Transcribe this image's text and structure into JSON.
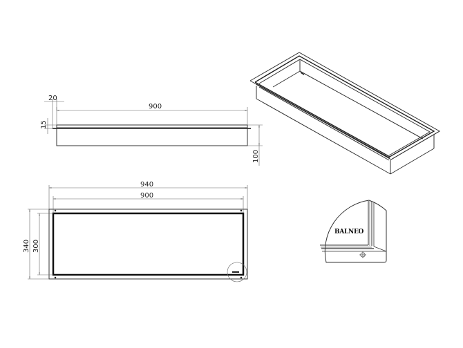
{
  "drawing": {
    "brand_label": "BALNEO",
    "side_view": {
      "dim_flange_width": "20",
      "dim_inner_length": "900",
      "dim_flange_height": "15",
      "dim_depth": "100"
    },
    "top_view": {
      "dim_outer_length": "940",
      "dim_inner_length": "900",
      "dim_outer_width": "340",
      "dim_inner_width": "300"
    },
    "detail_view": {
      "label": "BALNEO",
      "screw_icon": "crosshair-circle-icon"
    },
    "isometric_view": {
      "description": "3D isometric view of recessed tray"
    }
  }
}
